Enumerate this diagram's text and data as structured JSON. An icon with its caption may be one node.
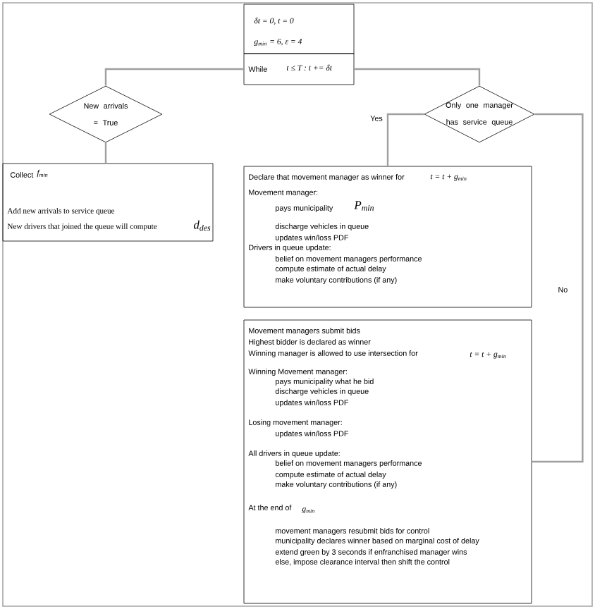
{
  "diagram": {
    "nodes": [
      {
        "text": [
          "δt = 0, t = 0",
          "g$_{min}$ = 6, ε = 4"
        ]
      },
      {
        "text": [
          "While",
          "t ≤ T : t += δt"
        ]
      },
      {
        "text": [
          "New arrivals = True"
        ]
      },
      {
        "text": [
          "Collect",
          "f$_{min}$",
          "Add new arrivals to service queue",
          "New drivers that joined the queue will compute",
          "d$_{des}$"
        ]
      },
      {
        "text": [
          "Only one manager has service queue"
        ]
      },
      {
        "text": [
          "Declare that movement manager as winner for",
          "t = t + g$_{min}$",
          "Movement manager:",
          "pays municipality",
          "P$_{min}$",
          "discharge vehicles in queue",
          "updates win/loss PDF",
          "Drivers in queue update:",
          "belief on movement managers performance",
          "compute estimate of actual delay",
          "make voluntary contributions (if any)"
        ]
      },
      {
        "text": [
          "Movement managers submit bids",
          "Highest bidder is declared as winner",
          "Winning manager is allowed to use intersection for",
          "t = t + g$_{min}$",
          "Winning Movement manager:",
          "pays municipality what he bid",
          "discharge vehicles in queue",
          "updates win/loss PDF",
          "Losing movement manager:",
          "updates win/loss PDF",
          "All drivers in queue update:",
          "belief on movement managers performance",
          "compute estimate of actual delay",
          "make voluntary contributions (if any)",
          "At the end of",
          "g$_{min}$",
          "movement managers resubmit bids for control",
          "municipality declares winner based on marginal cost of delay",
          "extend green by 3 seconds if enfranchised manager wins",
          "else, impose clearance interval then shift the control"
        ]
      }
    ],
    "edges": [
      {
        "from": 1,
        "to": 2,
        "arrow": "none"
      },
      {
        "from": 2,
        "to": 3,
        "arrow": "none"
      },
      {
        "from": 1,
        "to": 4,
        "arrow": "none"
      },
      {
        "from": 4,
        "to": 5,
        "arrow": "none",
        "label": "Yes"
      },
      {
        "from": 4,
        "to": 6,
        "arrow": "none",
        "label": "No"
      }
    ]
  }
}
